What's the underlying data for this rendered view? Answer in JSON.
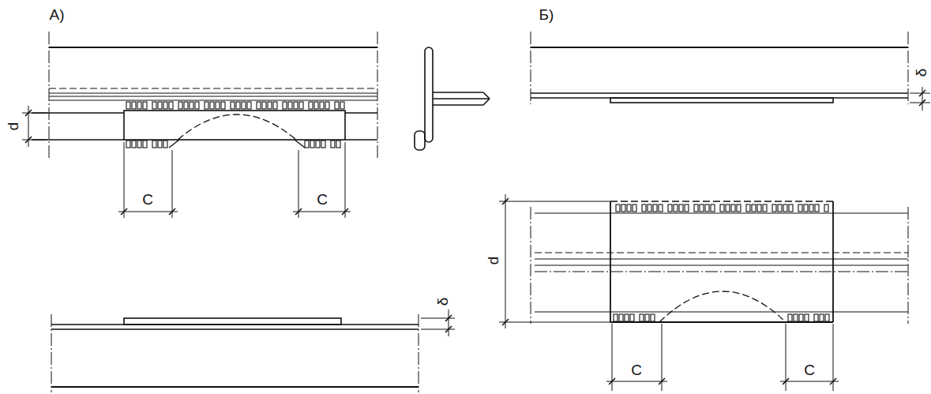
{
  "diagram": {
    "labels": [
      "А)",
      "d",
      "C",
      "C",
      "δ",
      "Б)",
      "δ",
      "d",
      "C",
      "C"
    ]
  }
}
